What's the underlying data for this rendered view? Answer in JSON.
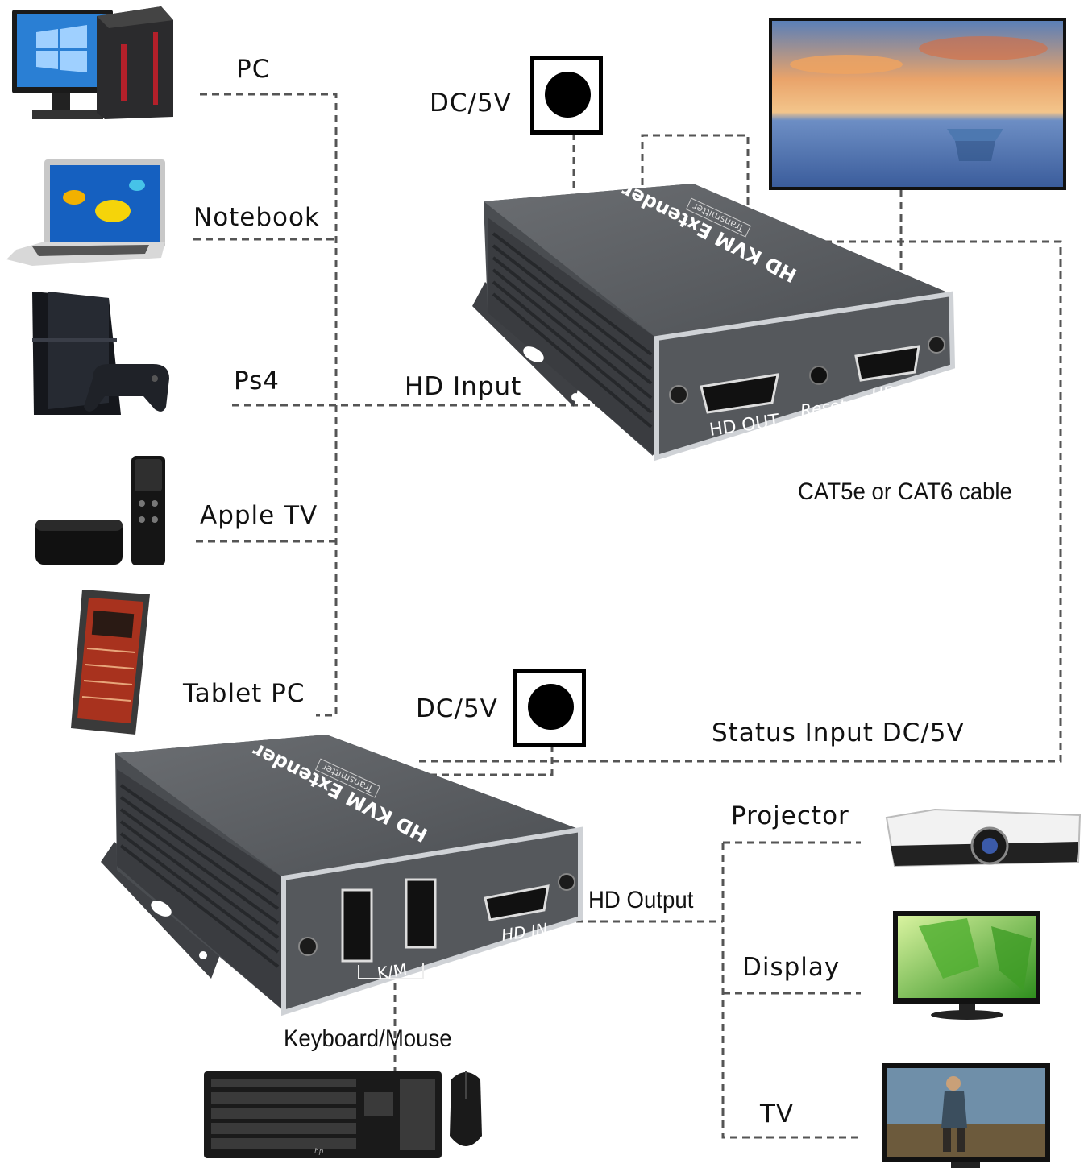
{
  "sources": {
    "pc": "PC",
    "notebook": "Notebook",
    "ps4": "Ps4",
    "apple_tv": "Apple TV",
    "tablet_pc": "Tablet  PC"
  },
  "transmitter": {
    "power_label": "DC/5V",
    "input_label": "HD Input",
    "brand": "HD KVM Extender",
    "role": "Transmitter",
    "port_out": "HD OUT",
    "reset": "Reset",
    "port_in": "HD IN"
  },
  "cable_label": "CAT5e or CAT6 cable",
  "receiver": {
    "power_label": "DC/5V",
    "status_label": "Status Input DC/5V",
    "brand": "HD KVM Extender",
    "role": "Transmitter",
    "km_label": "K/M",
    "port_in": "HD IN",
    "output_label": "HD Output"
  },
  "keyboard_mouse_label": "Keyboard/Mouse",
  "keyboard_brand": "hp",
  "displays": {
    "projector": "Projector",
    "display": "Display",
    "tv": "TV"
  }
}
